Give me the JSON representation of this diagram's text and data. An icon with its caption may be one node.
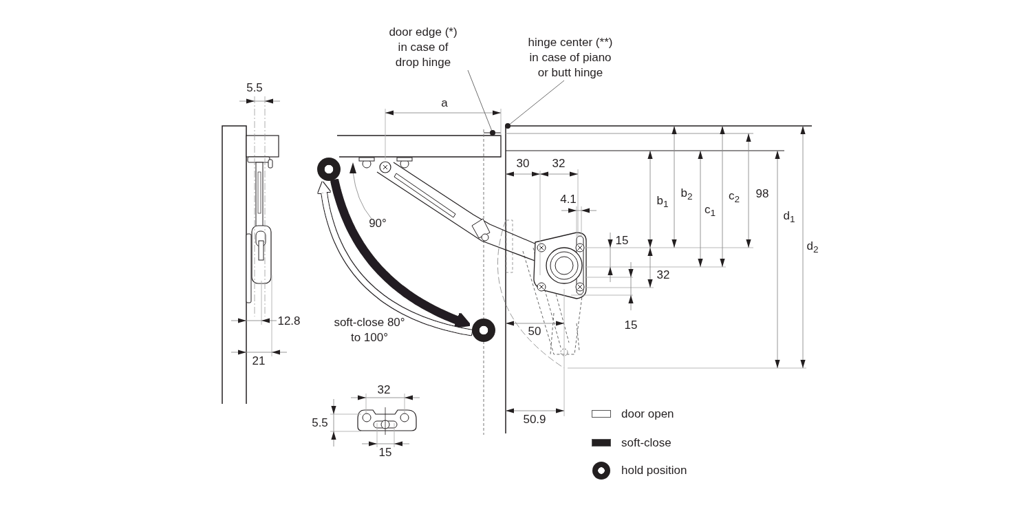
{
  "diagram": {
    "nodes": [
      {
        "text": [
          "door edge (*) in case of drop hinge"
        ]
      },
      {
        "text": [
          "hinge center (**) in case of piano or butt hinge"
        ]
      },
      {
        "text": [],
        "shape": "circle"
      },
      {
        "text": [],
        "shape": "circle"
      },
      {
        "text": [],
        "shape": "circle"
      },
      {
        "text": [],
        "shape": "circle"
      }
    ],
    "edges": [
      {
        "from": 0,
        "to": 2,
        "arrow": "none"
      },
      {
        "from": 1,
        "to": 3,
        "arrow": "none"
      },
      {
        "from": 4,
        "to": 5,
        "arrow": "to",
        "style": "thick"
      },
      {
        "from": 5,
        "to": 4,
        "arrow": "to",
        "style": "thick",
        "color": "#ffffff"
      }
    ],
    "labels": [
      "5.5",
      "a",
      "30",
      "32",
      "b$_{1}$",
      "b$_{2}$",
      "c$_{1}$",
      "c$_{2}$",
      "98",
      "d$_{1}$",
      "d$_{2}$",
      "4.1",
      "90°",
      "15",
      "32",
      "12.8",
      "soft-close 80° to 100°",
      "50",
      "15",
      "21",
      "32",
      "5.5",
      "50.9",
      "15"
    ],
    "legend": [
      {
        "text": "door open"
      },
      {
        "text": "soft-close",
        "color": "#231f20"
      },
      {
        "text": "hold position"
      }
    ]
  }
}
